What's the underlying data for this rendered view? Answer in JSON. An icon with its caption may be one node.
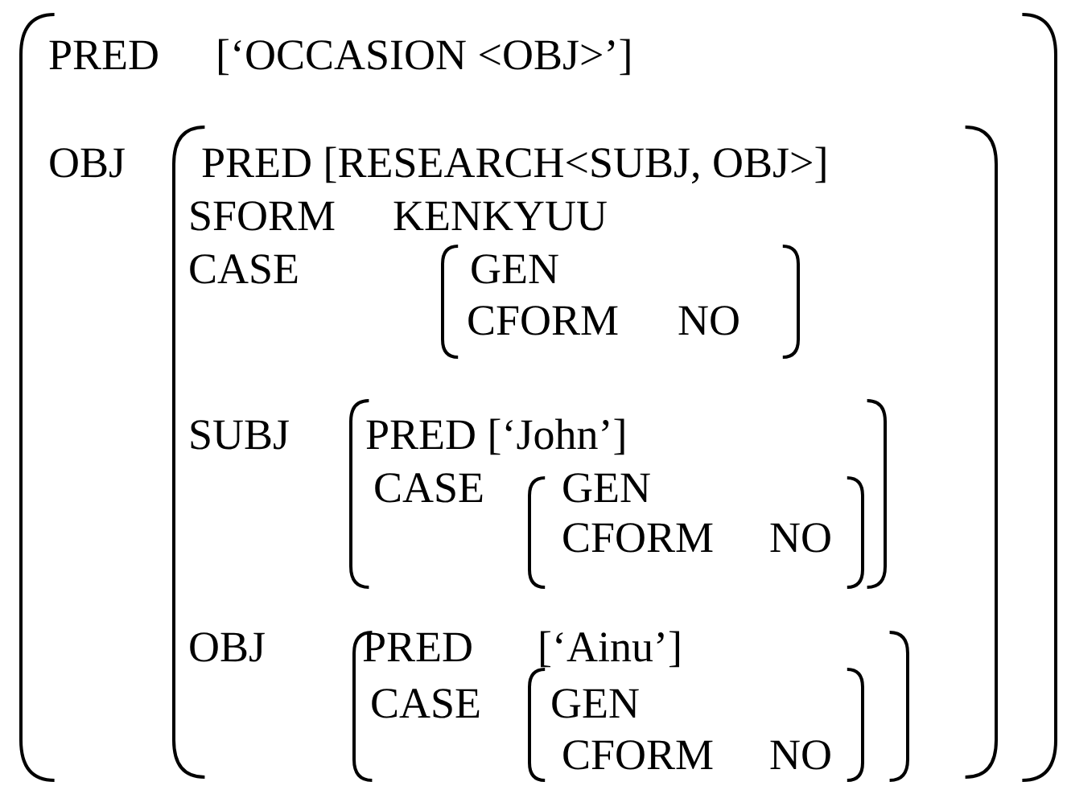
{
  "diagram": {
    "nodes": [
      {
        "text": [
          "PRED",
          "[‘OCCASION <OBJ>’]",
          "OBJ"
        ]
      },
      {
        "text": [
          "PRED [RESEARCH<SUBJ, OBJ>]",
          "SFORM",
          "KENKYUU",
          "CASE",
          "SUBJ",
          "OBJ"
        ],
        "in": 0
      },
      {
        "text": [
          "GEN",
          "CFORM",
          "NO"
        ],
        "in": 1
      },
      {
        "text": [
          "PRED [‘John’]",
          "CASE"
        ],
        "in": 1
      },
      {
        "text": [
          "GEN",
          "CFORM",
          "NO"
        ],
        "in": 3
      },
      {
        "text": [
          "PRED",
          "[‘Ainu’]",
          "CASE"
        ],
        "in": 1
      },
      {
        "text": [
          "GEN",
          "CFORM",
          "NO"
        ],
        "in": 5
      }
    ]
  }
}
